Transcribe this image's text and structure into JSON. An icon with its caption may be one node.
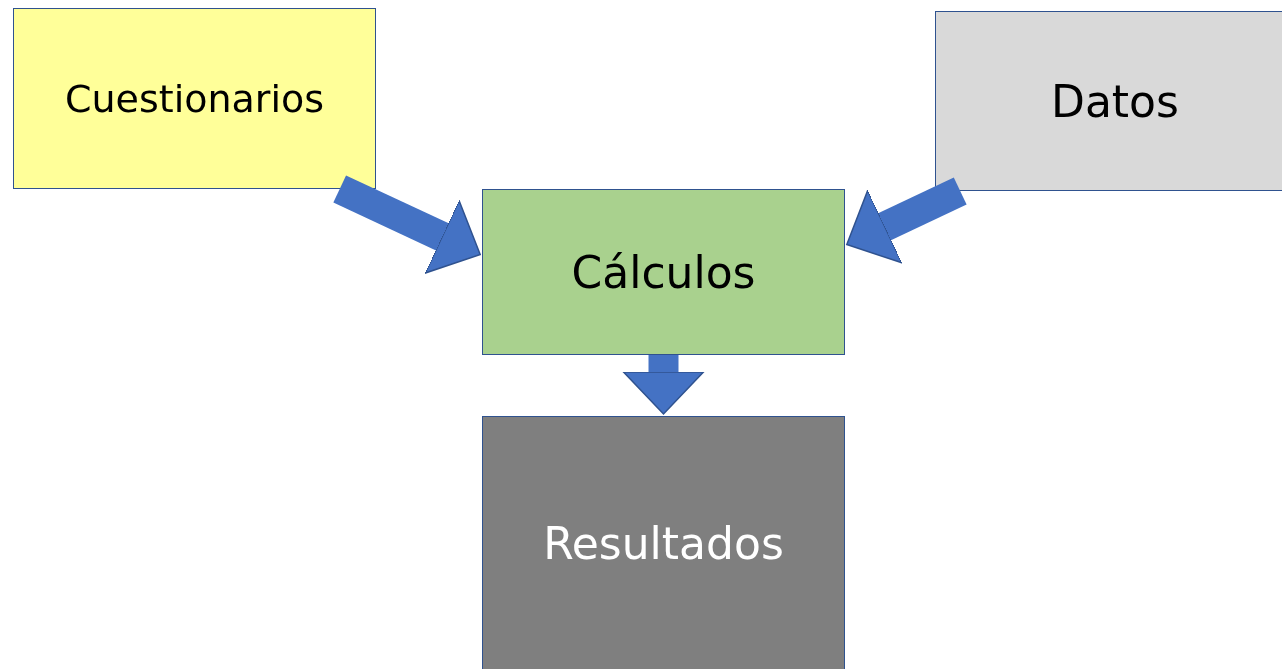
{
  "diagram": {
    "nodes": [
      {
        "text": [
          "Cuestionarios"
        ]
      },
      {
        "text": [
          "Datos"
        ]
      },
      {
        "text": [
          "Cálculos"
        ]
      },
      {
        "text": [
          "Resultados"
        ]
      }
    ],
    "edges": [
      {
        "from": 0,
        "to": 2,
        "arrow": "to"
      },
      {
        "from": 1,
        "to": 2,
        "arrow": "to"
      },
      {
        "from": 2,
        "to": 3,
        "arrow": "to"
      }
    ]
  }
}
